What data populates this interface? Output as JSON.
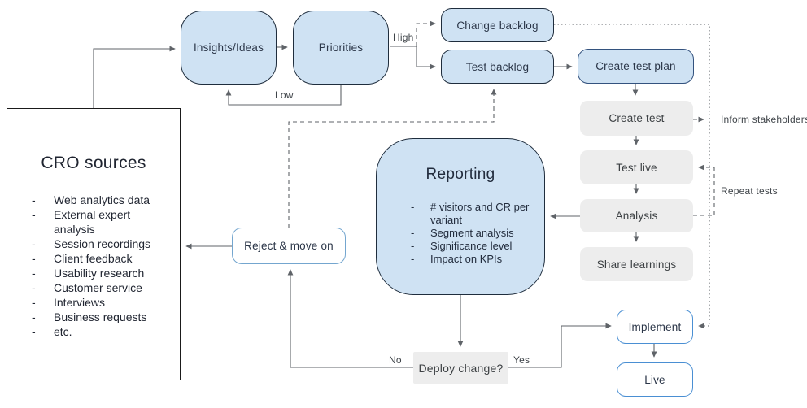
{
  "nodes": {
    "insights": "Insights/Ideas",
    "priorities": "Priorities",
    "change_backlog": "Change backlog",
    "test_backlog": "Test backlog",
    "create_test_plan": "Create test plan",
    "create_test": "Create test",
    "test_live": "Test live",
    "analysis": "Analysis",
    "share_learnings": "Share learnings",
    "reject": "Reject & move on",
    "deploy": "Deploy change?",
    "implement": "Implement",
    "live": "Live"
  },
  "cro": {
    "title": "CRO sources",
    "items": [
      "Web analytics data",
      "External expert analysis",
      "Session recordings",
      "Client feedback",
      "Usability research",
      "Customer service",
      "Interviews",
      "Business requests",
      "etc."
    ]
  },
  "reporting": {
    "title": "Reporting",
    "items": [
      "# visitors and CR per variant",
      "Segment analysis",
      "Significance level",
      "Impact on KPIs"
    ]
  },
  "labels": {
    "high": "High",
    "low": "Low",
    "no": "No",
    "yes": "Yes",
    "inform_stakeholders": "Inform stakeholders",
    "repeat_tests": "Repeat tests"
  },
  "colors": {
    "node_fill_blue": "#cfe2f3",
    "node_border_dark": "#1f2d3d",
    "node_border_plan": "#33527e",
    "node_fill_gray": "#ededed",
    "outline_blue": "#4a8fd3",
    "outline_light_blue": "#74a6cf",
    "connector_gray": "#5f6368",
    "text_dark": "#2b3648"
  }
}
